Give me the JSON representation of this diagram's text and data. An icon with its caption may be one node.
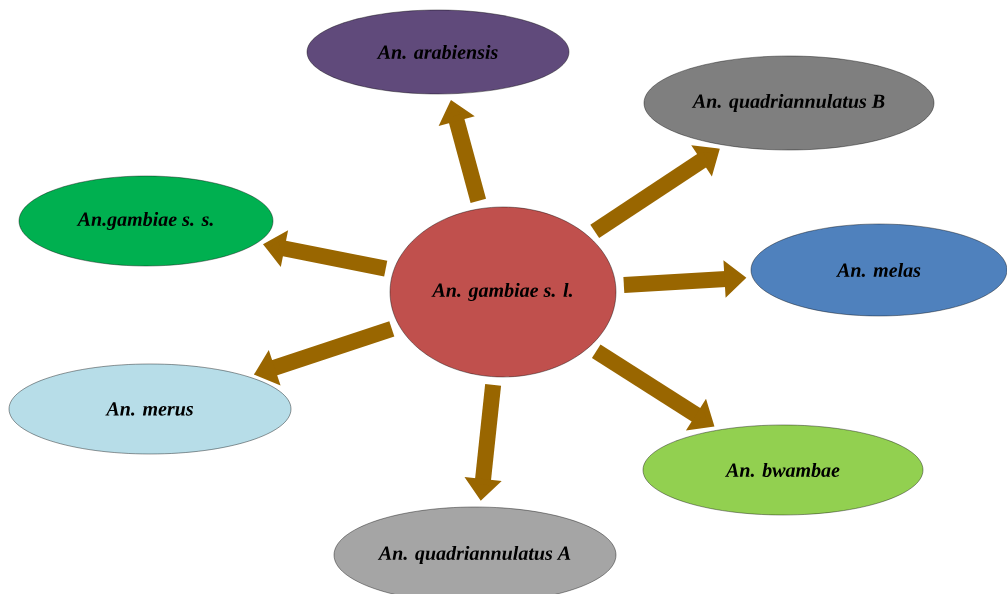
{
  "diagram": {
    "nodes": [
      {
        "text": [
          "An. gambiae s. l."
        ]
      },
      {
        "text": [
          "An. arabiensis"
        ]
      },
      {
        "text": [
          "An. quadriannulatus B"
        ]
      },
      {
        "text": [
          "An.gambiae s. s."
        ]
      },
      {
        "text": [
          "An. melas"
        ]
      },
      {
        "text": [
          "An. merus"
        ]
      },
      {
        "text": [
          "An. bwambae"
        ]
      },
      {
        "text": [
          "An. quadriannulatus A"
        ]
      }
    ],
    "edges": [
      {
        "from": 0,
        "to": 1,
        "arrow": "to"
      },
      {
        "from": 0,
        "to": 2,
        "arrow": "to"
      },
      {
        "from": 0,
        "to": 3,
        "arrow": "to"
      },
      {
        "from": 0,
        "to": 4,
        "arrow": "to"
      },
      {
        "from": 0,
        "to": 5,
        "arrow": "to"
      },
      {
        "from": 0,
        "to": 6,
        "arrow": "to"
      },
      {
        "from": 0,
        "to": 7,
        "arrow": "to"
      }
    ]
  }
}
